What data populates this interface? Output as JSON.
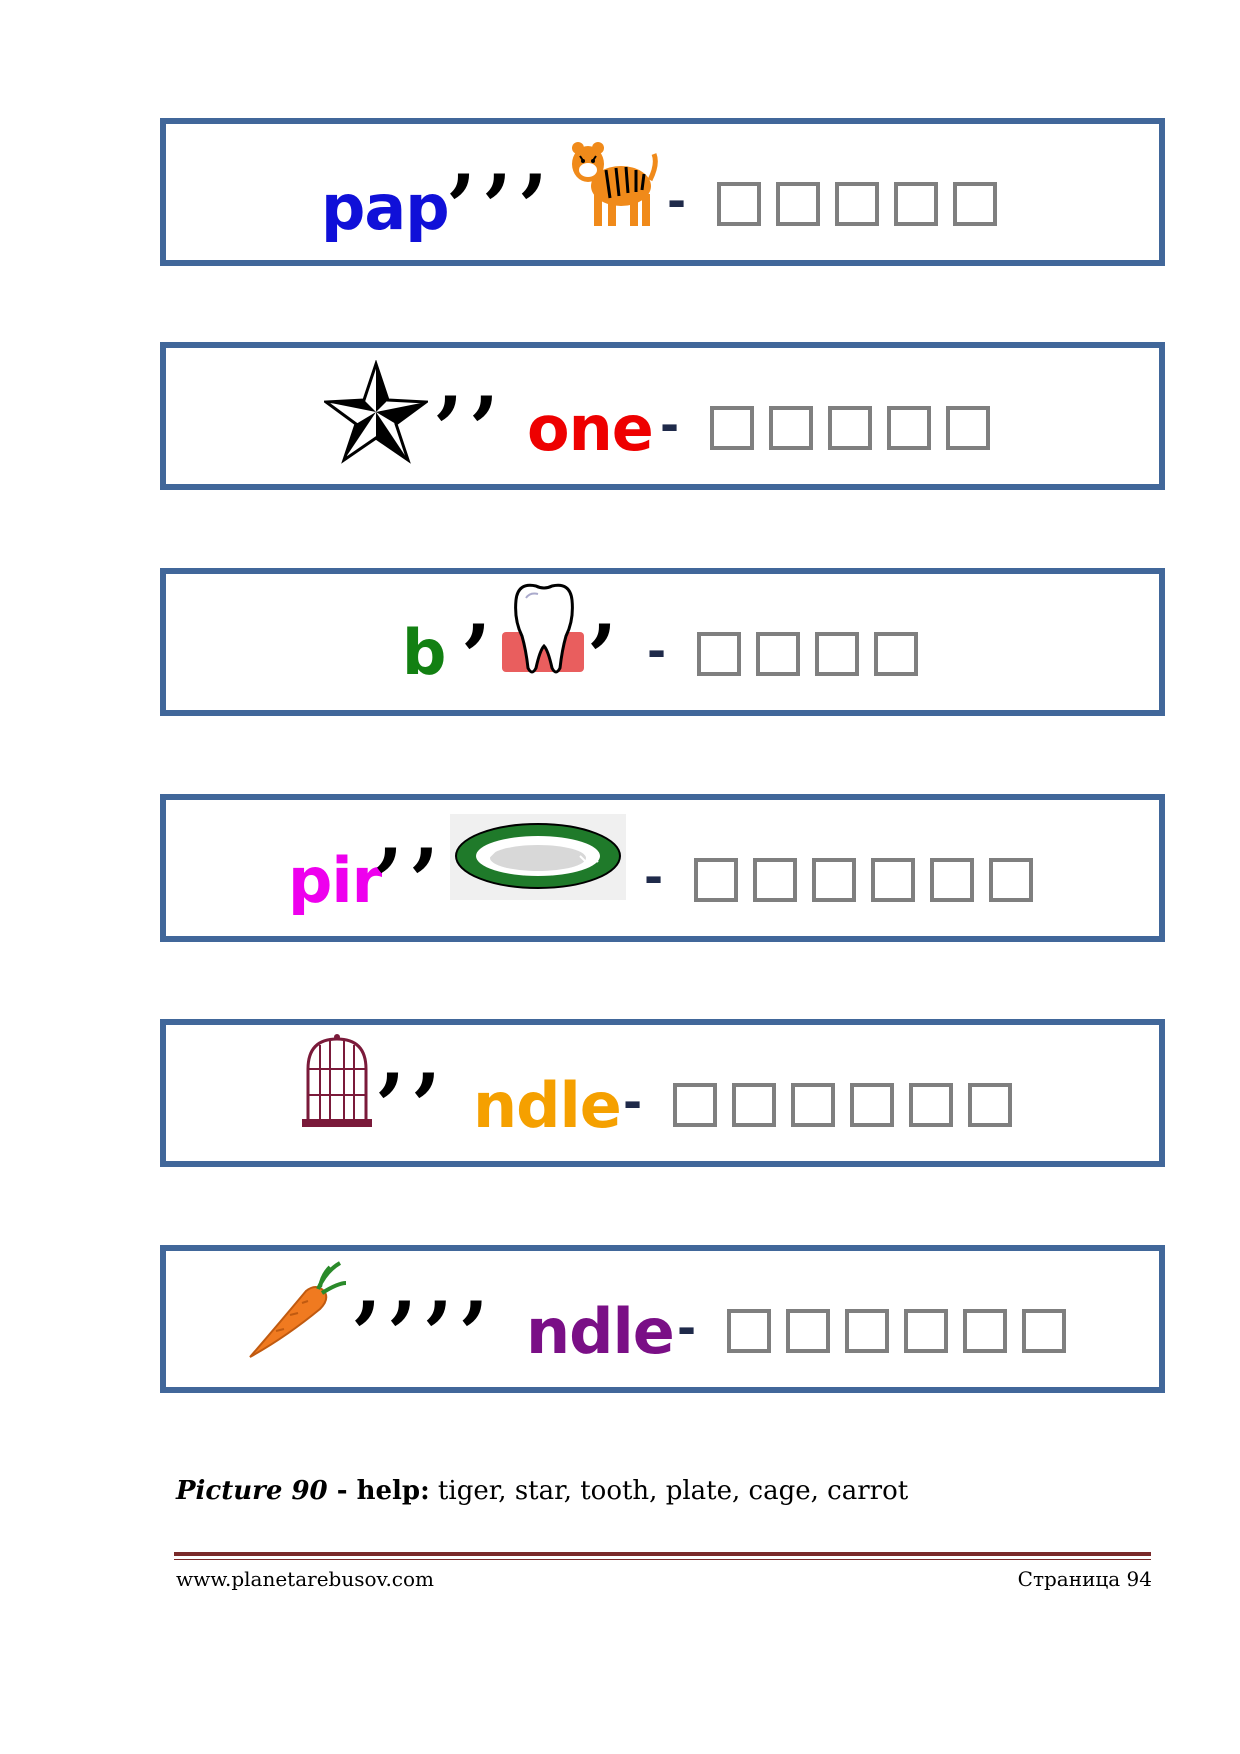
{
  "puzzles": [
    {
      "word": "pap",
      "commas": "' ' '",
      "word_color": "#1010d8",
      "image": "tiger-icon",
      "dash": "-",
      "letters": 5
    },
    {
      "word": "one",
      "commas": "' '",
      "word_color": "#ee0000",
      "image": "star-icon",
      "dash": "-",
      "letters": 5
    },
    {
      "word": "b",
      "commas_before": "'",
      "commas_after": "'",
      "word_color": "#128012",
      "image": "tooth-icon",
      "dash": "-",
      "letters": 4
    },
    {
      "word": "pir",
      "commas": "' '",
      "word_color": "#ee00ee",
      "image": "plate-icon",
      "dash": "-",
      "letters": 6
    },
    {
      "word": "ndle",
      "commas": "' '",
      "word_color": "#f5a000",
      "image": "cage-icon",
      "dash": "-",
      "letters": 6
    },
    {
      "word": "ndle",
      "commas": "' ' ' '",
      "word_color": "#7a0f86",
      "image": "carrot-icon",
      "dash": "-",
      "letters": 6
    }
  ],
  "help": {
    "label": "Picture 90",
    "sep": " - ",
    "help_label": "help:",
    "words": " tiger, star, tooth, plate, cage, carrot"
  },
  "footer": {
    "site": "www.planetarebusov.com",
    "page": "Страница 94"
  }
}
